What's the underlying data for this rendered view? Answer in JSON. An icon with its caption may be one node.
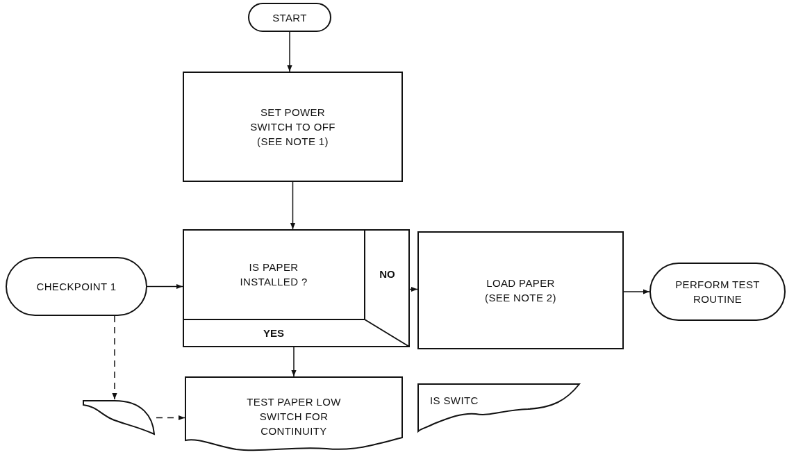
{
  "diagram": {
    "nodes": [
      {
        "text": [
          "START"
        ]
      },
      {
        "text": [
          "SET POWER SWITCH TO OFF (SEE NOTE 1)"
        ]
      },
      {
        "text": [
          "IS PAPER INSTALLED ?",
          "NO",
          "YES"
        ]
      },
      {
        "text": [
          "CHECKPOINT 1"
        ]
      },
      {
        "text": [
          "LOAD PAPER (SEE NOTE 2)"
        ]
      },
      {
        "text": [
          "PERFORM TEST ROUTINE"
        ]
      },
      {
        "text": [],
        "shape": "box"
      },
      {
        "text": [
          "TEST PAPER LOW SWITCH FOR CONTINUITY"
        ]
      },
      {
        "text": [
          "IS SWITC"
        ]
      }
    ],
    "edges": [
      {
        "from": 0,
        "to": 1,
        "arrow": "to"
      },
      {
        "from": 1,
        "to": 2,
        "arrow": "to"
      },
      {
        "from": 3,
        "to": 2,
        "arrow": "to"
      },
      {
        "from": 2,
        "to": 4,
        "arrow": "to"
      },
      {
        "from": 4,
        "to": 5,
        "arrow": "to"
      },
      {
        "from": 2,
        "to": 7,
        "arrow": "to"
      },
      {
        "from": 3,
        "to": 6,
        "arrow": "to",
        "style": "dashed"
      },
      {
        "from": 6,
        "to": 7,
        "arrow": "to",
        "style": "dashed"
      }
    ]
  }
}
